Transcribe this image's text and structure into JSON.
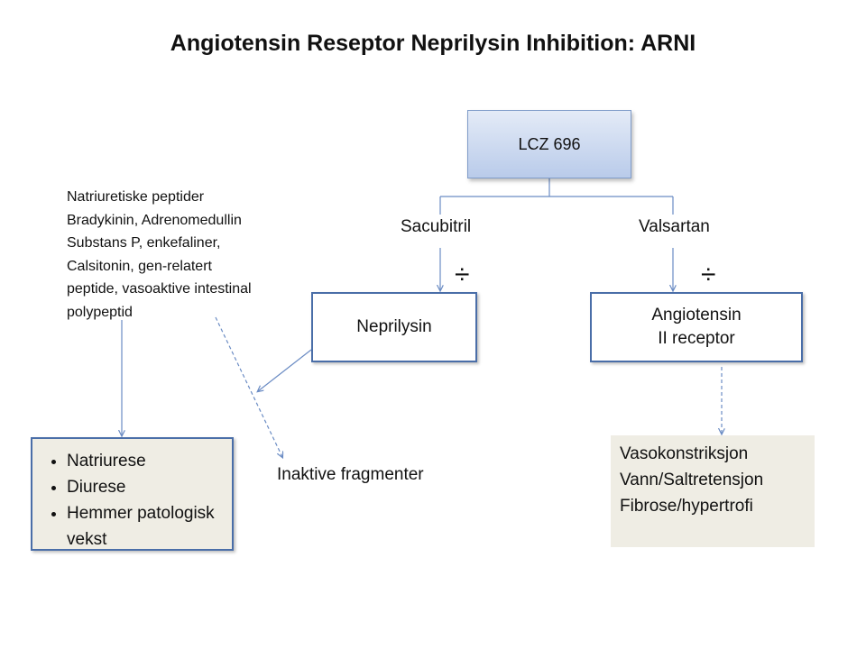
{
  "title": "Angiotensin Reseptor Neprilysin Inhibition: ARNI",
  "top_node": {
    "label": "LCZ 696"
  },
  "branches": {
    "left": "Sacubitril",
    "right": "Valsartan"
  },
  "inhibit_symbol": "÷",
  "neprilysin_box": {
    "label": "Neprilysin"
  },
  "receptor_box": {
    "line1": "Angiotensin",
    "line2": "II receptor"
  },
  "peptides": [
    "Natriuretiske peptider",
    "Bradykinin, Adrenomedullin",
    "Substans P, enkefaliner,",
    "Calsitonin,  gen-relatert",
    "peptide, vasoaktive intestinal",
    "polypeptid"
  ],
  "inactive_label": "Inaktive fragmenter",
  "left_effects": [
    "Natriurese",
    "Diurese",
    "Hemmer patologisk vekst"
  ],
  "right_effects": [
    "Vasokonstriksjon",
    "Vann/Saltretensjon",
    "Fibrose/hypertrofi"
  ],
  "colors": {
    "connector": "#6b8cc4",
    "box_border": "#4a6ea8",
    "effect_fill": "#efede4"
  }
}
